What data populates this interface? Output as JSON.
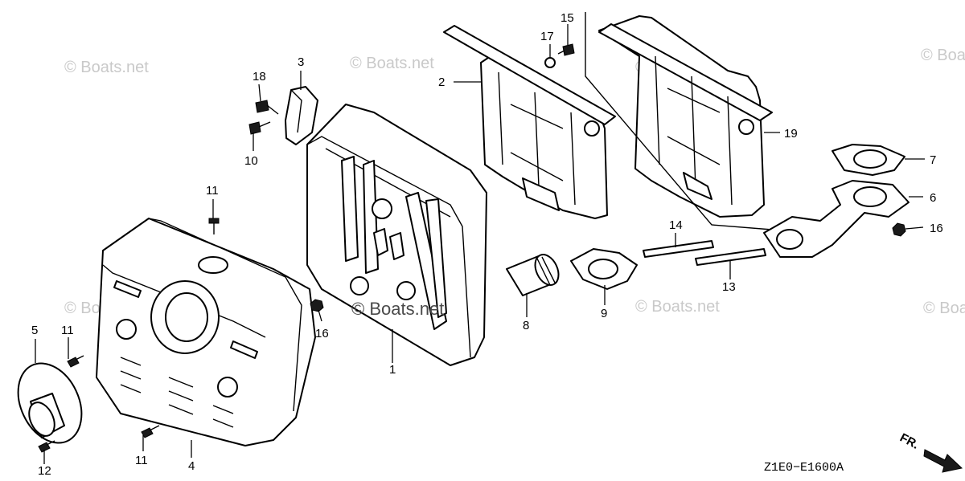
{
  "watermark": "© Boats.net",
  "diagram_code": "Z1E0−E1600A",
  "direction_label": "FR.",
  "callouts": {
    "c1": "1",
    "c2": "2",
    "c3": "3",
    "c4": "4",
    "c5": "5",
    "c6": "6",
    "c7": "7",
    "c8": "8",
    "c9": "9",
    "c10": "10",
    "c11a": "11",
    "c11b": "11",
    "c11c": "11",
    "c12": "12",
    "c13": "13",
    "c14": "14",
    "c15": "15",
    "c16a": "16",
    "c16b": "16",
    "c17": "17",
    "c18": "18",
    "c19": "19"
  }
}
